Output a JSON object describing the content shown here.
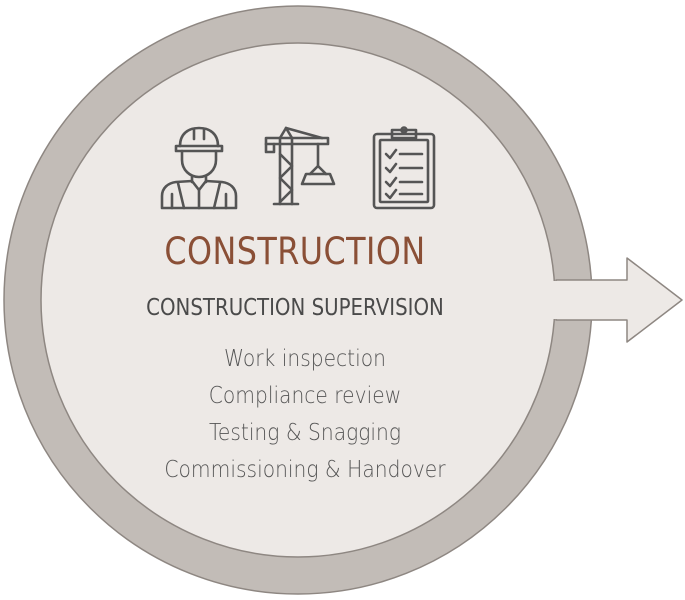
{
  "phase": {
    "title": "CONSTRUCTION",
    "subtitle": "CONSTRUCTION SUPERVISION",
    "tasks": [
      "Work inspection",
      "Compliance review",
      "Testing & Snagging",
      "Commissioning & Handover"
    ],
    "icons": [
      "worker-icon",
      "crane-icon",
      "checklist-clipboard-icon"
    ]
  },
  "colors": {
    "ring": "#c2bcb7",
    "ring_stroke": "#8e8782",
    "inner_fill": "#ede9e6",
    "title": "#8a4f36",
    "subtitle": "#4a4a4a",
    "tasks": "#555555",
    "icon_stroke": "#555555"
  }
}
